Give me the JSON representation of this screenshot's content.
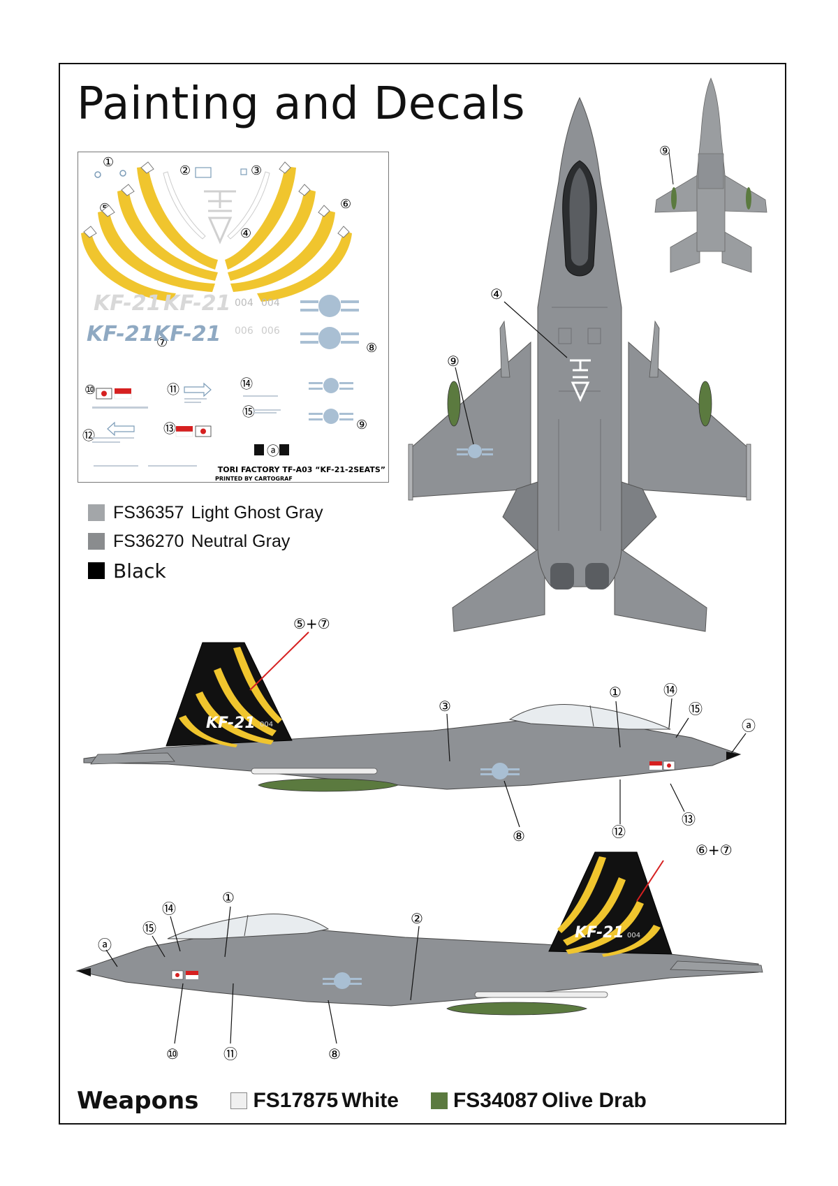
{
  "title": "Painting and Decals",
  "decal_sheet": {
    "brand_line": "TORI FACTORY  TF-A03 “KF-21-2SEATS”",
    "printed_by": "PRINTED BY CARTOGRAF",
    "kf21_text": "KF-21",
    "numbers": [
      "004",
      "004",
      "006",
      "006"
    ],
    "markers": [
      "①",
      "②",
      "③",
      "④",
      "⑤",
      "⑥",
      "⑦",
      "⑧",
      "⑨",
      "⑩",
      "⑪",
      "⑫",
      "⑬",
      "⑭",
      "⑮",
      "ⓐ"
    ]
  },
  "legend": [
    {
      "code": "FS36357",
      "name": "Light Ghost Gray",
      "color": "#a3a6a9"
    },
    {
      "code": "FS36270",
      "name": "Neutral Gray",
      "color": "#8a8c8e"
    },
    {
      "code": "",
      "name": "Black",
      "color": "#000000"
    }
  ],
  "callouts": {
    "top_view": [
      "④",
      "⑨"
    ],
    "small_bottom_view": [
      "⑨"
    ],
    "side_view_1": [
      "⑤+⑦",
      "①",
      "⑭",
      "⑮",
      "ⓐ",
      "③",
      "⑧",
      "⑫",
      "⑬"
    ],
    "side_view_2": [
      "⑥+⑦",
      "①",
      "⑭",
      "⑮",
      "ⓐ",
      "②",
      "⑩",
      "⑪",
      "⑧"
    ]
  },
  "tail_text": {
    "kf21": "KF-21",
    "number": "004"
  },
  "weapons": {
    "title": "Weapons",
    "items": [
      {
        "code": "FS17875",
        "name": "White",
        "color": "#f0f0f0"
      },
      {
        "code": "FS34087",
        "name": "Olive Drab",
        "color": "#5b7a3f"
      }
    ]
  },
  "colors": {
    "yellow": "#f0c52e",
    "olive": "#5b7a3f",
    "body": "#8e9195",
    "body_dark": "#7d8084",
    "roundel": "#a9bfd3",
    "red_line": "#d62020"
  }
}
